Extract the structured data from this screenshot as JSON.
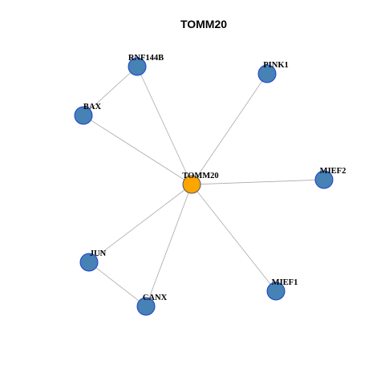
{
  "title": "TOMM20",
  "colors": {
    "hub_fill": "#FFA500",
    "hub_stroke": "#555555",
    "node_fill": "#4682B4",
    "node_stroke": "#1c3fd0",
    "edge": "#aaaaaa"
  },
  "hub": "TOMM20",
  "nodes": [
    "TOMM20",
    "RNF144B",
    "PINK1",
    "BAX",
    "MIEF2",
    "JUN",
    "CANX",
    "MIEF1"
  ],
  "edges": [
    [
      "TOMM20",
      "RNF144B"
    ],
    [
      "TOMM20",
      "PINK1"
    ],
    [
      "TOMM20",
      "BAX"
    ],
    [
      "TOMM20",
      "MIEF2"
    ],
    [
      "TOMM20",
      "JUN"
    ],
    [
      "TOMM20",
      "CANX"
    ],
    [
      "TOMM20",
      "MIEF1"
    ],
    [
      "RNF144B",
      "BAX"
    ],
    [
      "JUN",
      "CANX"
    ]
  ]
}
